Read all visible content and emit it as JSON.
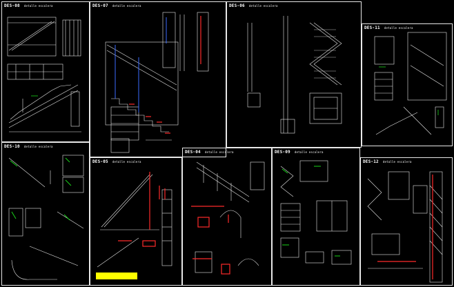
{
  "drawing": {
    "sheets": [
      {
        "id": "det-08",
        "code": "DES-08",
        "subtitle": "detalle escalera"
      },
      {
        "id": "det-07",
        "code": "DES-07",
        "subtitle": "detalle escalera"
      },
      {
        "id": "det-06",
        "code": "DES-06",
        "subtitle": "detalle escalera"
      },
      {
        "id": "det-11",
        "code": "DES-11",
        "subtitle": "detalle escalera"
      },
      {
        "id": "det-10",
        "code": "DES-10",
        "subtitle": "detalle escalera"
      },
      {
        "id": "det-05",
        "code": "DES-05",
        "subtitle": "detalle escalera"
      },
      {
        "id": "det-04",
        "code": "DES-04",
        "subtitle": "detalle escalera"
      },
      {
        "id": "det-09",
        "code": "DES-09",
        "subtitle": "detalle escalera"
      },
      {
        "id": "det-12",
        "code": "DES-12",
        "subtitle": "detalle escalera"
      }
    ],
    "colors": {
      "background": "#000000",
      "line": "#e8e8e8",
      "accent_red": "#ff2a2a",
      "accent_green": "#19d419",
      "accent_blue": "#3c6cff",
      "accent_yellow": "#ffff00"
    }
  }
}
